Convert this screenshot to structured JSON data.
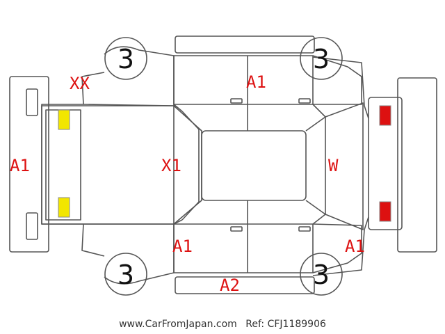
{
  "tires": {
    "front_left": "3",
    "front_right": "3",
    "rear_left": "3",
    "rear_right": "3"
  },
  "damage_codes": {
    "front_left_fender": "XX",
    "roof_right_side": "A1",
    "front_bumper": "A1",
    "hood": "X1",
    "windshield": "W",
    "left_door": "A1",
    "left_rocker": "A2",
    "rear_left_quarter": "A1"
  },
  "footer": {
    "site": "www.CarFromJapan.com",
    "ref": "Ref: CFJ1189906"
  },
  "colors": {
    "damage": "#dd1111",
    "headlight": "#f2e600",
    "taillight": "#dd1111",
    "outline": "#555555"
  }
}
